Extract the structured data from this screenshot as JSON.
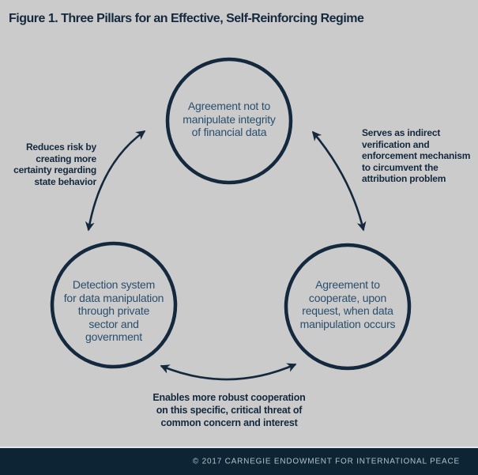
{
  "title": "Figure 1. Three Pillars for an Effective, Self-Reinforcing Regime",
  "diagram": {
    "type": "cycle-diagram",
    "nodes": [
      {
        "id": "top-pillar",
        "label": "Agreement not to\nmanipulate integrity\nof financial data"
      },
      {
        "id": "bottom-left-pillar",
        "label": "Detection system\nfor data manipulation\nthrough private\nsector and\ngovernment"
      },
      {
        "id": "bottom-right-pillar",
        "label": "Agreement to\ncooperate, upon\nrequest, when data\nmanipulation occurs"
      }
    ],
    "edge_labels": [
      {
        "id": "left-edge",
        "text": "Reduces risk by\ncreating more\ncertainty regarding\nstate behavior"
      },
      {
        "id": "right-edge",
        "text": "Serves as indirect\nverification and\nenforcement mechanism\nto circumvent the\nattribution problem"
      },
      {
        "id": "bottom-edge",
        "text": "Enables more robust cooperation\non this specific, critical threat of\ncommon concern and interest"
      }
    ]
  },
  "footer": {
    "text": "© 2017 CARNEGIE ENDOWMENT FOR INTERNATIONAL PEACE"
  },
  "colors": {
    "background": "#cbcbcb",
    "navy": "#14293e",
    "circle_text": "#2a4e6d",
    "footer_background": "#0d2435",
    "footer_text": "#b3c2cf",
    "separator": "#e4e7e9"
  }
}
